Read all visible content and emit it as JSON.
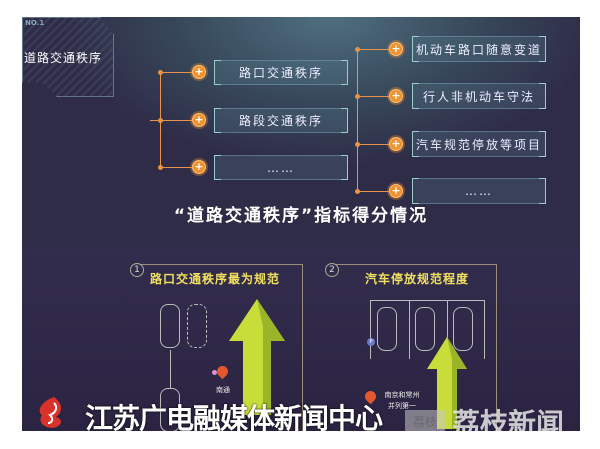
{
  "root_node": {
    "tag": "NO.1",
    "label": "道路交通秩序"
  },
  "level2": [
    "路口交通秩序",
    "路段交通秩序",
    "……"
  ],
  "level3": [
    "机动车路口随意变道",
    "行人非机动车守法",
    "汽车规范停放等项目",
    "……"
  ],
  "title": "“道路交通秩序”指标得分情况",
  "panels": [
    {
      "num": "1",
      "title": "路口交通秩序最为规范",
      "city": "南通"
    },
    {
      "num": "2",
      "title": "汽车停放规范程度",
      "city_line1": "南京和常州",
      "city_line2": "并列第一",
      "parking_sign": "P"
    }
  ],
  "watermark": {
    "text": "江苏广电融媒体新闻中心",
    "badge": "荔枝",
    "brand": "荔枝新闻"
  },
  "colors": {
    "accent": "#e9924a",
    "title_yellow": "#f0e060",
    "arrow_green": "#c8dc3a"
  }
}
